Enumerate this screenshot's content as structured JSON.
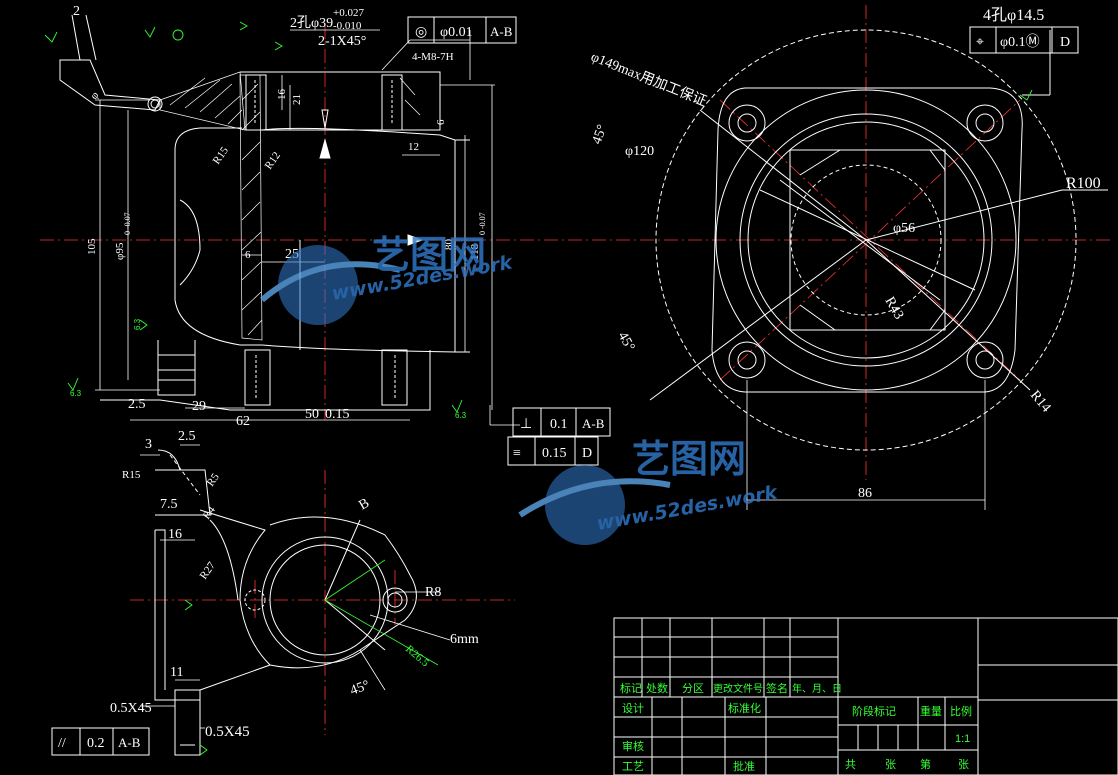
{
  "drawing": {
    "colors": {
      "background": "#000000",
      "line": "#ffffff",
      "center_line": "#ff3333",
      "title_text": "#33ff33",
      "watermark": "#2f78c8"
    },
    "top_left_dims": {
      "dim_2_top": "2",
      "hole_dia": "2孔φ39",
      "tol_upper": "+0.027",
      "tol_lower": "-0.010",
      "chamfer": "2-1X45°",
      "thread": "4-M8-7H",
      "d16": "16",
      "d21": "21",
      "d6a": "6",
      "d12": "12",
      "r15": "R15",
      "r12": "R12",
      "d105": "105",
      "d95": "φ95",
      "d95_tol": "0 -0.07",
      "d6b": "6",
      "d25": "25",
      "d80": "80",
      "d118": "118",
      "d118_tol": "0 -0.07",
      "d2_5": "2.5",
      "d29": "29",
      "d62": "62",
      "d50": "50",
      "d50_tol": "0.15",
      "phi": "φ",
      "rough_a": "6.3",
      "rough_b": "6.3",
      "rough_c": "6.3"
    },
    "fcf_top": {
      "symbol": "◎",
      "tolerance": "φ0.01",
      "datum": "A-B"
    },
    "fcf_right": {
      "note": "4孔φ14.5",
      "symbol": "⌖",
      "tolerance": "φ0.1Ⓜ",
      "datum": "D"
    },
    "fcf_perp": {
      "symbol": "⊥",
      "tolerance": "0.1",
      "datum": "A-B"
    },
    "fcf_sym": {
      "symbol": "≡",
      "tolerance": "0.15",
      "datum": "D"
    },
    "fcf_par": {
      "symbol": "//",
      "tolerance": "0.2",
      "datum": "A-B"
    },
    "right_view_dims": {
      "note_149": "φ149max用加工保证",
      "d120": "φ120",
      "ang45a": "45°",
      "ang45b": "45°",
      "r100": "R100",
      "d56": "φ56",
      "r43": "R43",
      "r14": "R14",
      "d86": "86"
    },
    "bottom_view_dims": {
      "d3": "3",
      "d2_5": "2.5",
      "r15": "R15",
      "r5": "R5",
      "d7_5": "7.5",
      "r4": "R4",
      "d16": "16",
      "r27": "R27",
      "dimB": "B",
      "r8": "R8",
      "d6mm": "6mm",
      "r26_5": "R26.5",
      "ang45": "45°",
      "d11": "11",
      "chamfer_a": "0.5X45",
      "chamfer_b": "0.5X45"
    },
    "title_block": {
      "h_mark": "标记",
      "h_count": "处数",
      "h_zone": "分区",
      "h_docno": "更改文件号",
      "h_sign": "签名",
      "h_date": "年、月、日",
      "design": "设计",
      "standard": "标准化",
      "review": "审核",
      "process": "工艺",
      "approve": "批准",
      "stage": "阶段标记",
      "weight": "重量",
      "scale": "比例",
      "scale_val": "1:1",
      "total": "共",
      "sheets": "张",
      "sheet_no": "第",
      "sheet_of": "张"
    },
    "watermark": {
      "cn": "艺图网",
      "url": "www.52des.work"
    }
  }
}
